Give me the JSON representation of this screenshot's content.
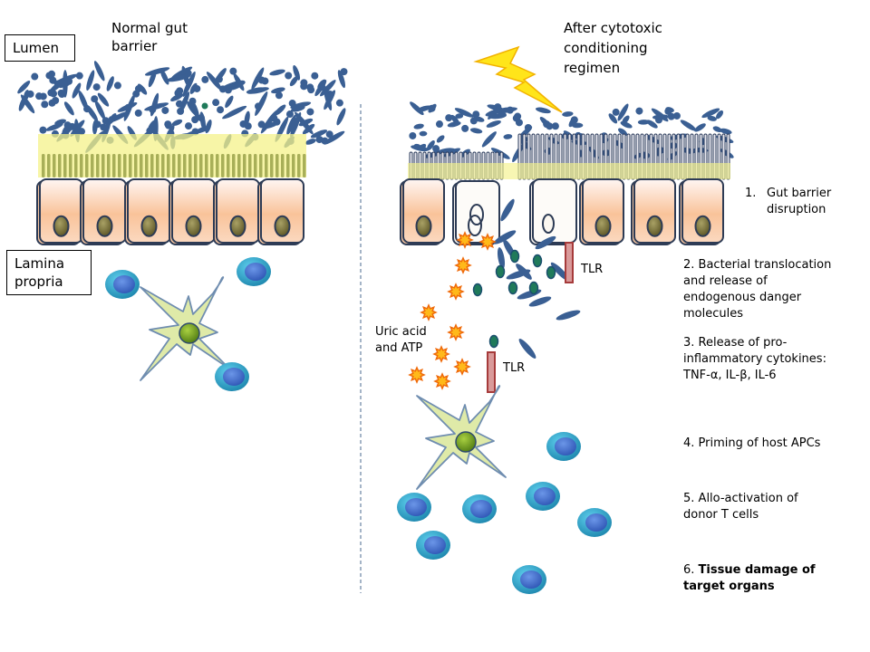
{
  "labels": {
    "lumen": "Lumen",
    "lamina_propria": "Lamina\npropria",
    "normal_title": "Normal gut\nbarrier",
    "after_title": "After cytotoxic\nconditioning\nregimen",
    "uric_acid": "Uric acid\nand ATP",
    "tlr_1": "TLR",
    "tlr_2": "TLR"
  },
  "steps": [
    {
      "number": "1.",
      "text": "Gut barrier\ndisruption"
    },
    {
      "number": "2.",
      "text": "Bacterial translocation\nand release of\nendogenous  danger\nmolecules"
    },
    {
      "number": "3.",
      "text": "Release of pro-\ninflammatory  cytokines:\nTNF-α, IL-β, IL-6"
    },
    {
      "number": "4.",
      "text": "Priming of host  APCs"
    },
    {
      "number": "5.",
      "text": "Allo-activation of\ndonor T cells"
    },
    {
      "number": "6.",
      "text": "Tissue damage of\ntarget organs",
      "emphasis": true
    }
  ],
  "colors": {
    "bacteria": "#3a5f93",
    "bacteria_green": "#1f7a5a",
    "microvilli_band": "#f4f18a",
    "microvilli": "#9aa24a",
    "cell_top": "#fff3ee",
    "cell_bottom": "#f8b57c",
    "nucleus": "#7d7434",
    "tcell_outer": "#2fa3c9",
    "tcell_inner": "#3c6fd1",
    "dc_body": "#dfeaa8",
    "dc_nucleus": "#6e9a22",
    "danger": "#f29a12",
    "tlr": "#b84a4a",
    "bolt": "#ffe51a"
  }
}
